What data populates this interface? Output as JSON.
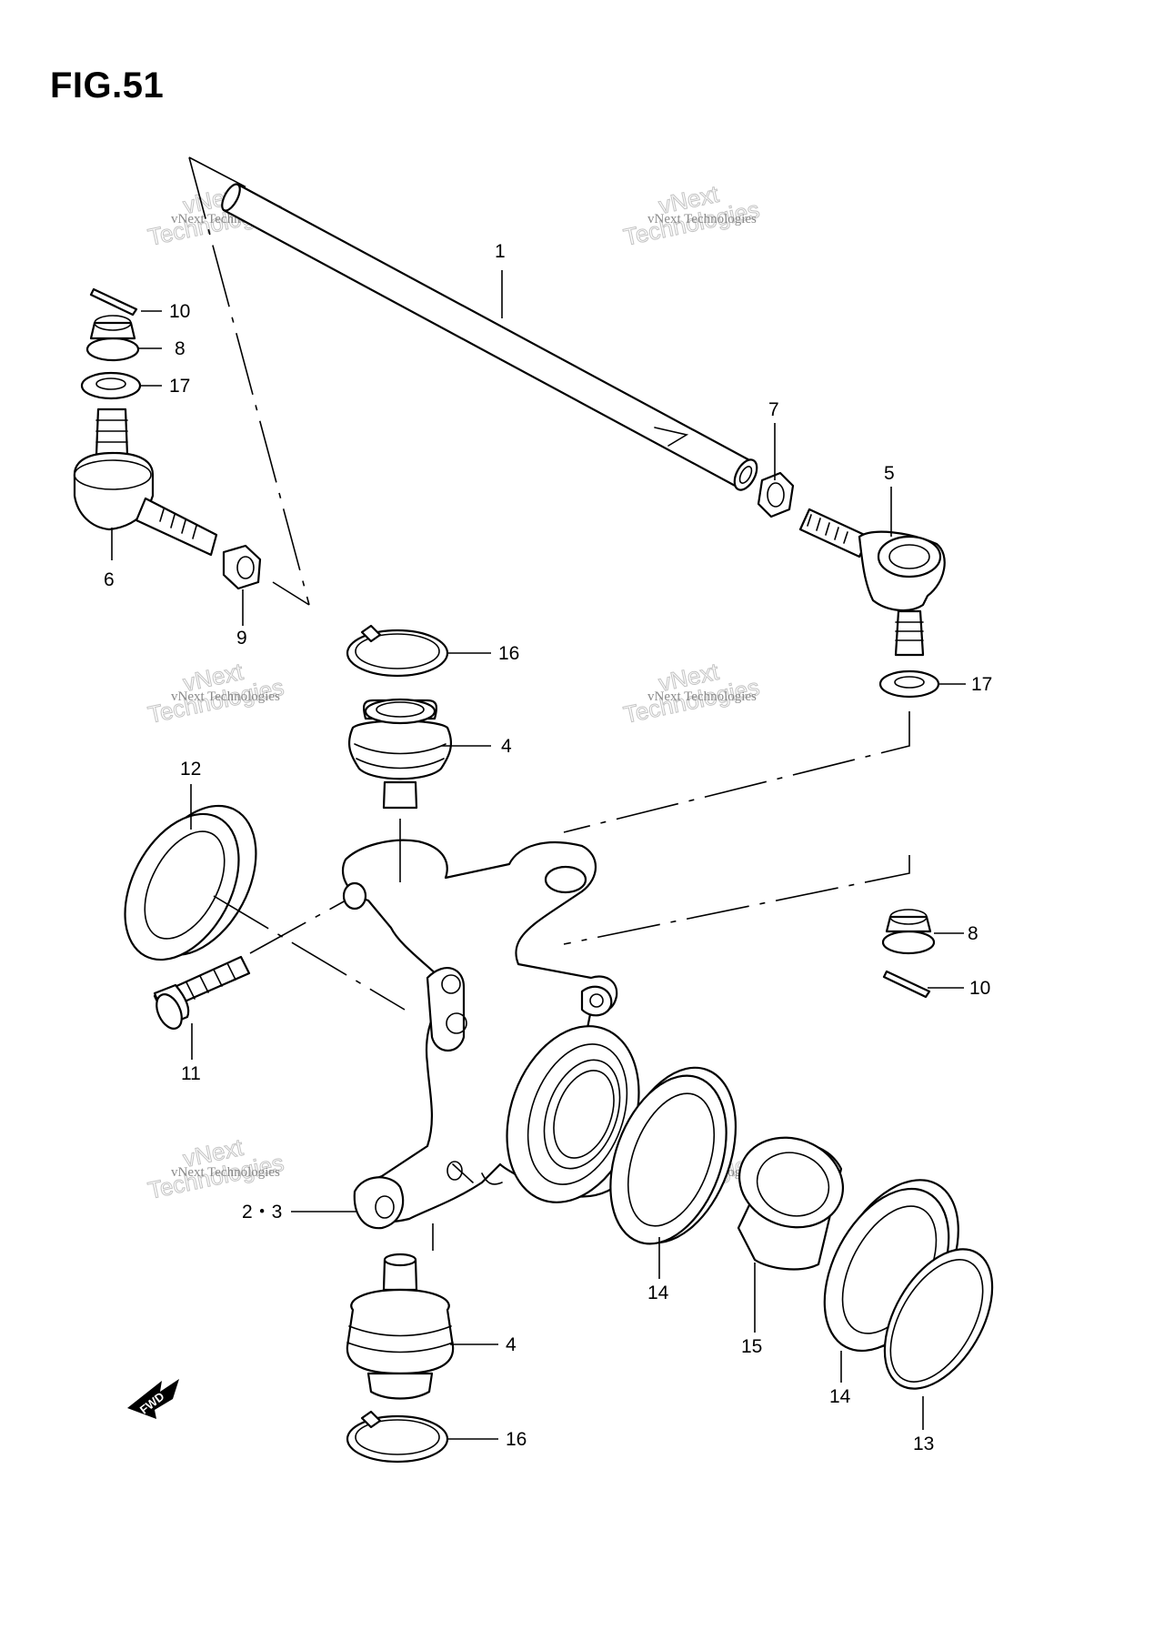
{
  "figure": {
    "title": "FIG.51"
  },
  "watermark": {
    "line1": "vNext Technologies",
    "line2": "Technologies",
    "line3": "vNext"
  },
  "direction_badge": "FWD",
  "callouts": {
    "p1": "1",
    "p2_3": "2・3",
    "p4_top": "4",
    "p4_bottom": "4",
    "p5": "5",
    "p6": "6",
    "p7": "7",
    "p8_left": "8",
    "p8_right": "8",
    "p9": "9",
    "p10_left": "10",
    "p10_right": "10",
    "p11": "11",
    "p12": "12",
    "p13": "13",
    "p14_a": "14",
    "p14_b": "14",
    "p15": "15",
    "p16_top": "16",
    "p16_bottom": "16",
    "p17_left": "17",
    "p17_right": "17"
  }
}
